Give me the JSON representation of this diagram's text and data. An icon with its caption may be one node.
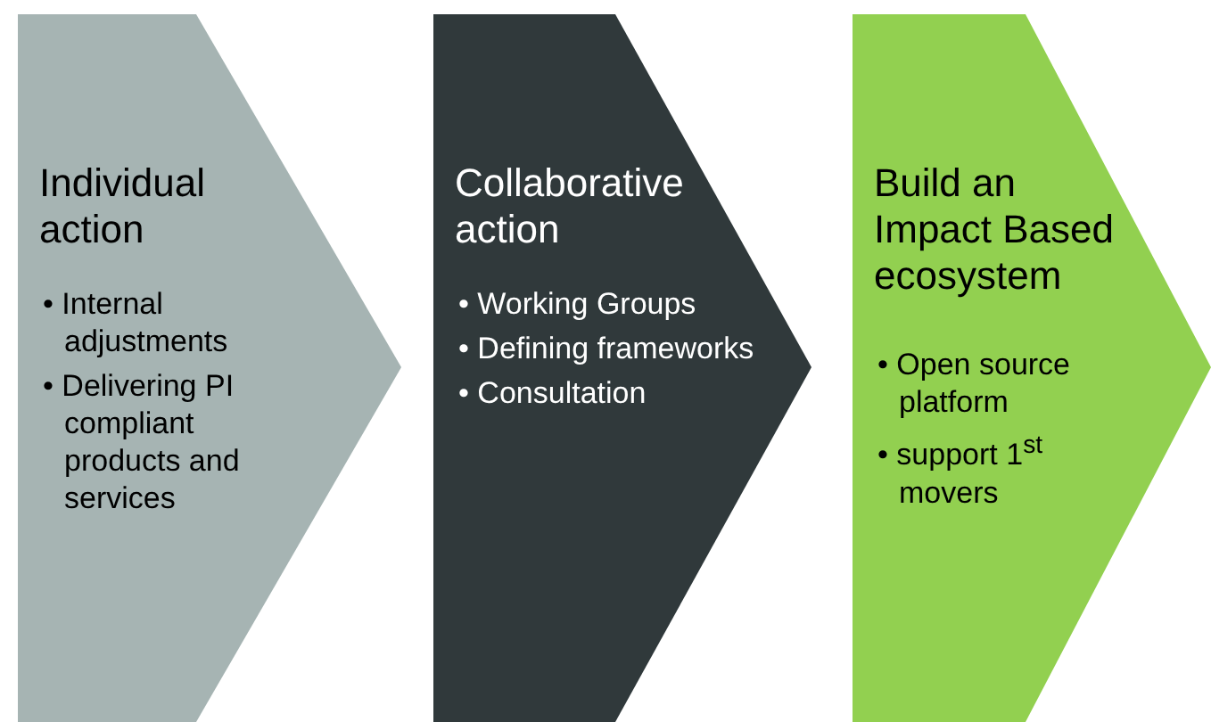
{
  "diagram": {
    "nodes": [
      {
        "text": [
          "Individual action",
          "• Internal adjustments",
          "• Delivering PI compliant products and services"
        ]
      },
      {
        "text": [
          "Collaborative action",
          "• Working Groups",
          "• Defining frameworks",
          "• Consultation"
        ]
      },
      {
        "text": [
          "Build an Impact Based ecosystem",
          "• Open source platform",
          "• support 1$^{st}$ movers"
        ]
      }
    ]
  }
}
